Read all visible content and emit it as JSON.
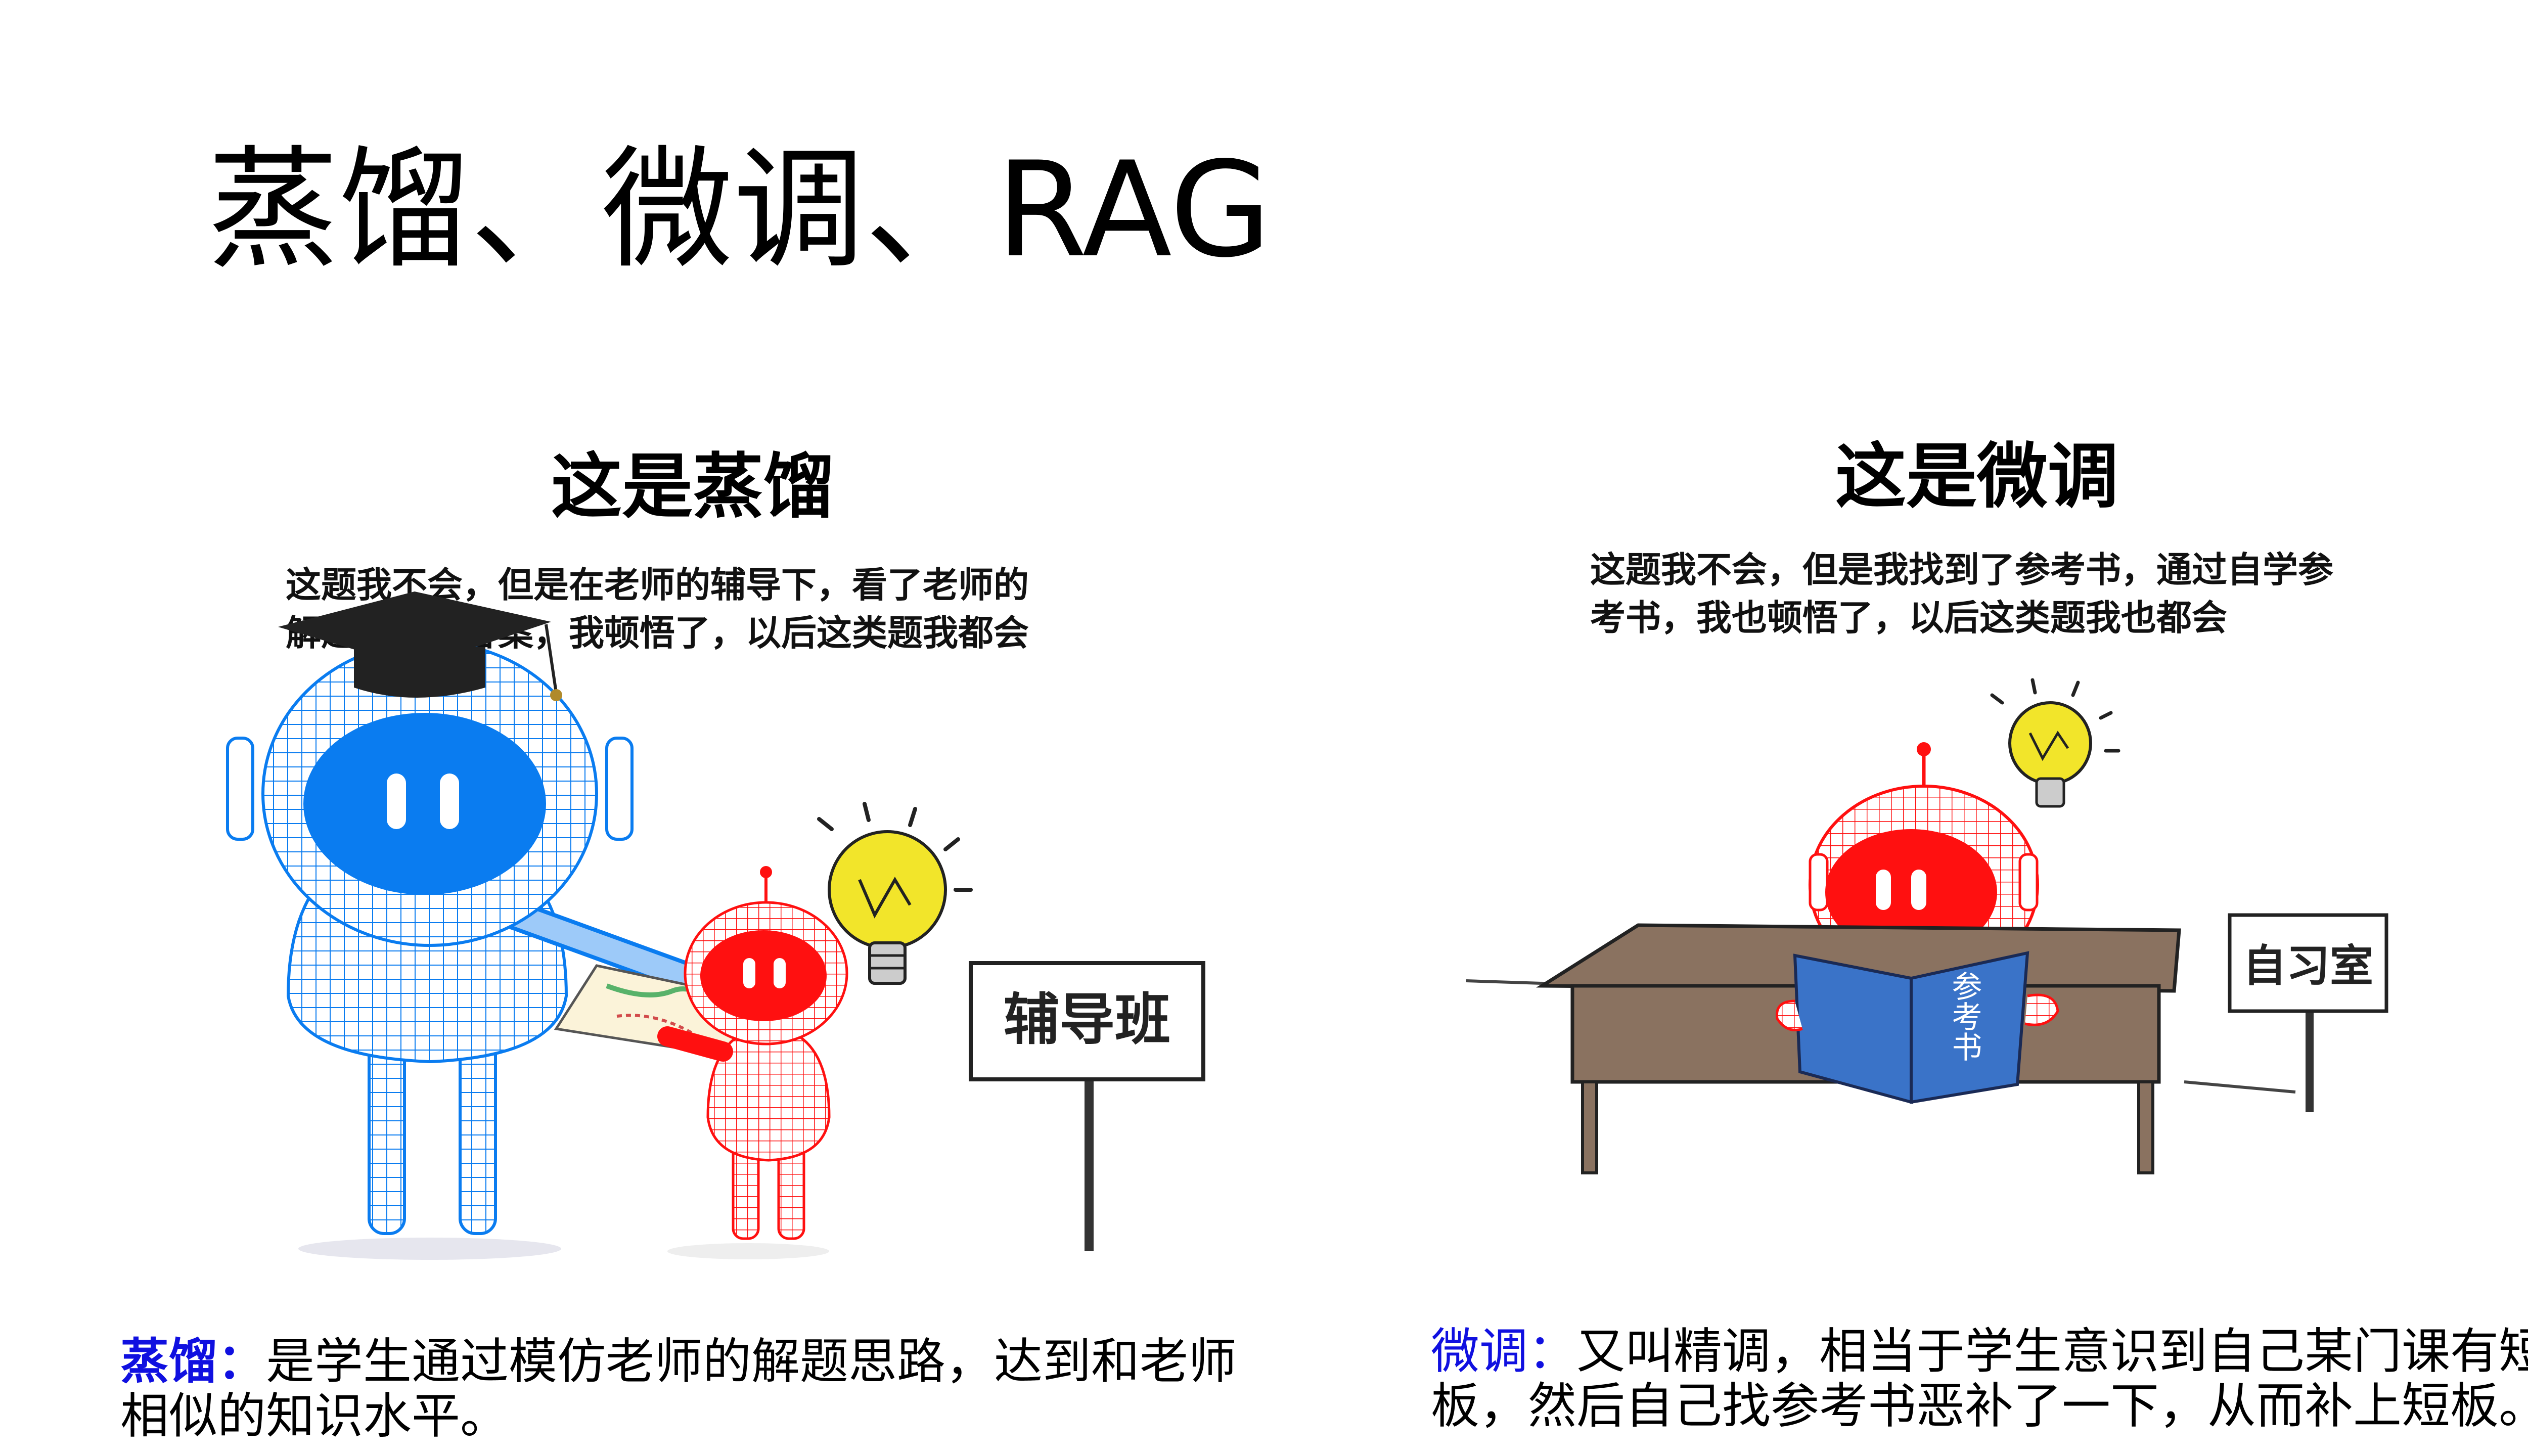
{
  "slide": {
    "title": "蒸馏、微调、RAG"
  },
  "left_panel": {
    "heading": "这是蒸馏",
    "desc_lines": [
      "这题我不会，但是在老师的辅导下，看了老师的",
      "解题思路和答案，我顿悟了，以后这类题我都会"
    ],
    "sign_text": "辅导班",
    "colors": {
      "teacher": "#0a7cf0",
      "student": "#ff1010",
      "bulb": "#f2e52a"
    }
  },
  "right_panel": {
    "heading": "这是微调",
    "desc_lines": [
      "这题我不会，但是我找到了参考书，通过自学参",
      "考书，我也顿悟了，以后这类题我也都会"
    ],
    "sign_text": "自习室",
    "book_text": "参考书",
    "colors": {
      "robot": "#ff1010",
      "book": "#3a73c8",
      "desk": "#8a7260",
      "bulb": "#f2e52a"
    }
  },
  "captions": {
    "distill": {
      "term": "蒸馏：",
      "line1": "是学生通过模仿老师的解题思路，达到和老师",
      "line2": "相似的知识水平。"
    },
    "finetune": {
      "term": "微调：",
      "line1": "又叫精调，相当于学生意识到自己某门课有短",
      "line2": "板，然后自己找参考书恶补了一下，从而补上短板。"
    }
  }
}
